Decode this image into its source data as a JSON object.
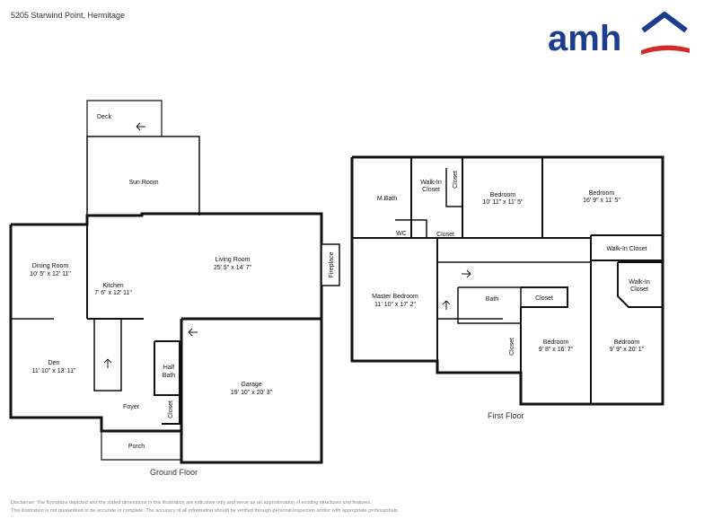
{
  "header": {
    "address": "5205 Starwind Point, Hermitage"
  },
  "brand": {
    "name": "amh",
    "primary_color": "#1d3d8f",
    "accent_color": "#d42a2a"
  },
  "ground_floor": {
    "title": "Ground Floor",
    "rooms": {
      "deck": {
        "name": "Deck"
      },
      "sun_room": {
        "name": "Sun Room"
      },
      "dining_room": {
        "name": "Dining Room",
        "dims": "10' 5\" x 12' 11\""
      },
      "kitchen": {
        "name": "Kitchen",
        "dims": "7' 6\" x 12' 11\""
      },
      "living_room": {
        "name": "Living Room",
        "dims": "25' 5\" x 14' 7\""
      },
      "fireplace": {
        "name": "Fireplace"
      },
      "den": {
        "name": "Den",
        "dims": "11' 10\" x 13' 11\""
      },
      "half_bath": {
        "name": "Half Bath"
      },
      "foyer": {
        "name": "Foyer"
      },
      "closet": {
        "name": "Closet"
      },
      "garage": {
        "name": "Garage",
        "dims": "19' 10\" x 20' 3\""
      },
      "porch": {
        "name": "Porch"
      }
    }
  },
  "first_floor": {
    "title": "First Floor",
    "rooms": {
      "m_bath": {
        "name": "M.Bath"
      },
      "wc": {
        "name": "WC"
      },
      "walkin_closet_master": {
        "name": "Walk-In Closet"
      },
      "closet_top": {
        "name": "Closet"
      },
      "closet_hall": {
        "name": "Closet"
      },
      "bedroom_2": {
        "name": "Bedroom",
        "dims": "10' 11\" x 11' 5\""
      },
      "bedroom_3": {
        "name": "Bedroom",
        "dims": "16' 9\" x 11' 5\""
      },
      "walkin_closet_right": {
        "name": "Walk-In Closet"
      },
      "walkin_closet_right2": {
        "name": "Walk-In Closet"
      },
      "master_bedroom": {
        "name": "Master Bedroom",
        "dims": "11' 10\" x 17' 2\""
      },
      "bath": {
        "name": "Bath"
      },
      "closet_mid": {
        "name": "Closet"
      },
      "closet_vert": {
        "name": "Closet"
      },
      "bedroom_4": {
        "name": "Bedroom",
        "dims": "9' 8\" x 16' 7\""
      },
      "bedroom_5": {
        "name": "Bedroom",
        "dims": "9' 9\" x 20' 1\""
      }
    }
  },
  "disclaimer": {
    "line1": "Disclaimer: The floorplans depicted and the stated dimensions in this illustration are indicative only and serve as an approximation of existing structures and features.",
    "line2": "This illustration is not guaranteed to be accurate or complete. The accuracy of all information should be verified through personal inspection and/or with appropriate professionals."
  }
}
